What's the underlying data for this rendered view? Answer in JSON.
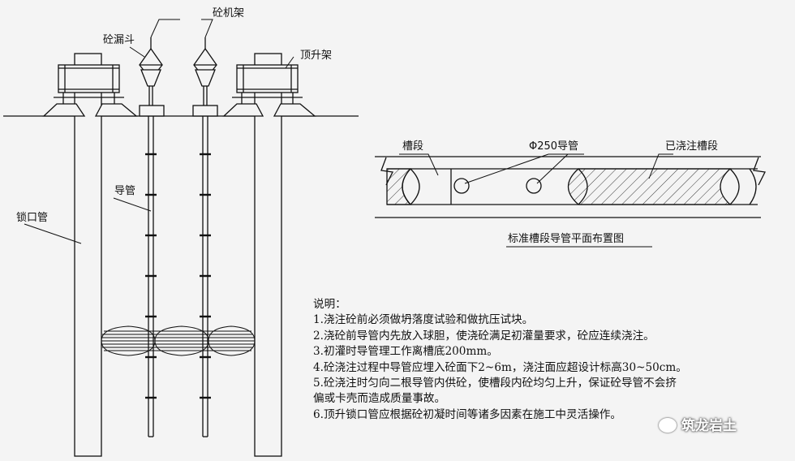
{
  "labels": {
    "hopper": "砼漏斗",
    "frame": "砼机架",
    "jack_frame": "顶升架",
    "tremie": "导管",
    "lock_pipe": "锁口管",
    "slot": "槽段",
    "pipe_dia": "Φ250导管",
    "poured": "已浇注槽段",
    "plan_caption": "标准槽段导管平面布置图"
  },
  "notes": {
    "title": "说明：",
    "lines": [
      "1.浇注砼前必须做坍落度试验和做抗压试块。",
      "2.浇砼前导管内先放入球胆，使浇砼满足初灌量要求，砼应连续浇注。",
      "3.初灌时导管理工作离槽底200mm。",
      "4.砼浇注过程中导管应埋入砼面下2~6m，浇注面应超设计标高30~50cm。",
      "5.砼浇注时匀向二根导管内供砼，使槽段内砼均匀上升，保证砼导管不会挤",
      "偏或卡壳而造成质量事故。",
      "6.顶升锁口管应根据砼初凝时间等诸多因素在施工中灵活操作。"
    ]
  },
  "watermark": {
    "text": "筑龙岩土"
  }
}
